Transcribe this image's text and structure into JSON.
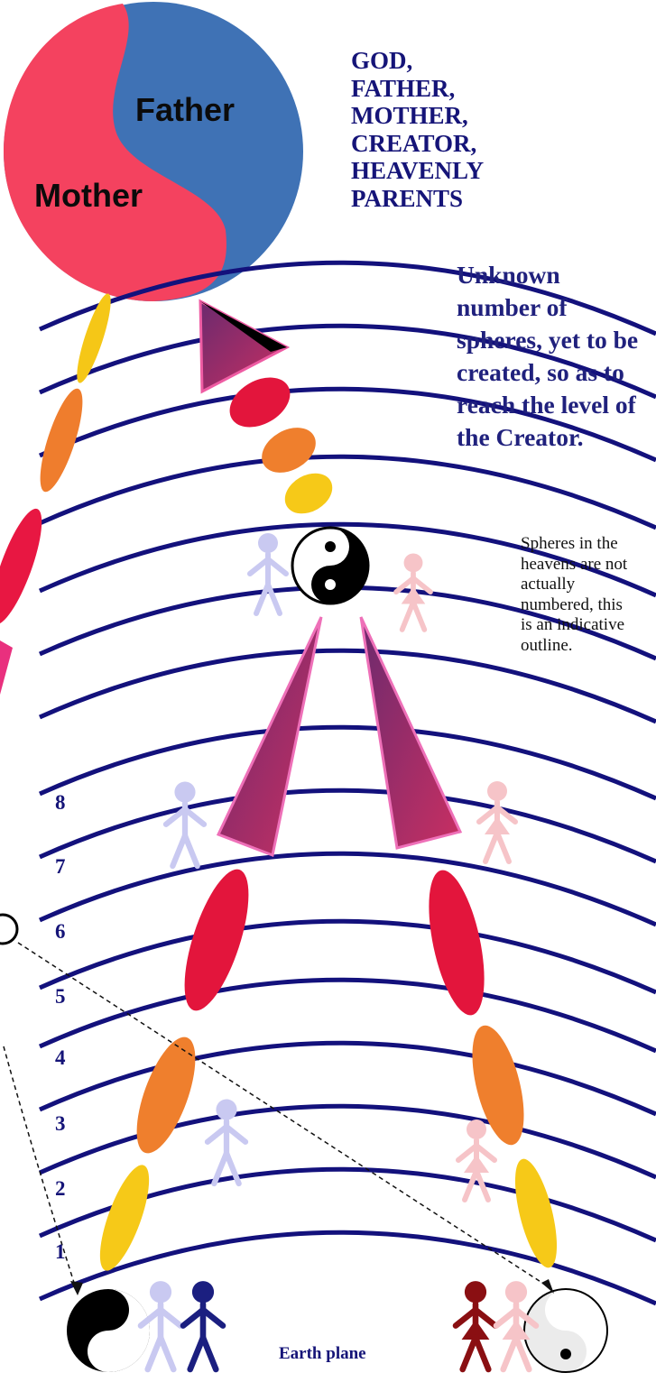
{
  "heading_lines": [
    "GOD,",
    "FATHER,",
    "MOTHER,",
    "CREATOR,",
    "HEAVENLY",
    "PARENTS"
  ],
  "yin_yang_labels": {
    "father": "Father",
    "mother": "Mother"
  },
  "unknown_spheres_text": "Unknown number of spheres, yet to be created, so as to reach the level of the Creator.",
  "note_text": "Spheres in the heavens are not actually numbered, this is an indicative outline.",
  "sphere_numbers": [
    "8",
    "7",
    "6",
    "5",
    "4",
    "3",
    "2",
    "1"
  ],
  "earth_label": "Earth plane",
  "colors": {
    "father": "#3f72b5",
    "mother": "#f4425f",
    "sphere_line": "#13117c",
    "text_dark_blue": "#151478",
    "male_light": "#c9c9f1",
    "male_dark": "#1b1f80",
    "female_light": "#f6c4c8",
    "female_dark": "#8a0f12",
    "triangle": "#a02e68"
  }
}
